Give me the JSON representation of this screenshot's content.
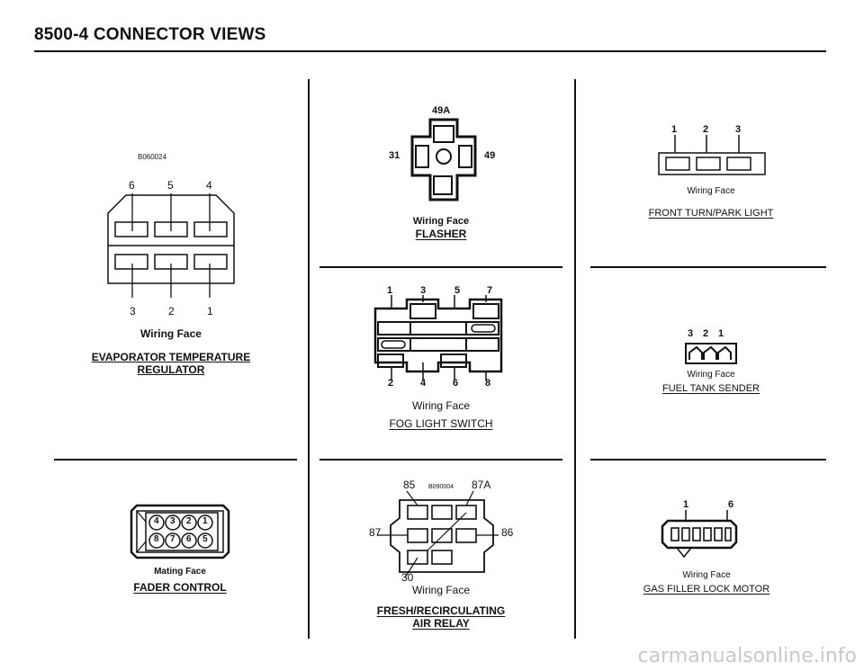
{
  "page": {
    "header": "8500-4 CONNECTOR VIEWS"
  },
  "connectors": {
    "evap": {
      "code": "B060024",
      "top_pins": [
        "6",
        "5",
        "4"
      ],
      "bottom_pins": [
        "3",
        "2",
        "1"
      ],
      "face": "Wiring Face",
      "title_line1": "EVAPORATOR TEMPERATURE",
      "title_line2": "REGULATOR"
    },
    "flasher": {
      "pin_top": "49A",
      "pin_left": "31",
      "pin_right": "49",
      "face": "Wiring Face",
      "title": "FLASHER"
    },
    "front_turn": {
      "pins": [
        "1",
        "2",
        "3"
      ],
      "face": "Wiring Face",
      "title": "FRONT TURN/PARK LIGHT"
    },
    "fog": {
      "top_pins": [
        "1",
        "3",
        "5",
        "7"
      ],
      "bottom_pins": [
        "2",
        "4",
        "6",
        "8"
      ],
      "face": "Wiring Face",
      "title": "FOG LIGHT SWITCH"
    },
    "fuel": {
      "pins": [
        "3",
        "2",
        "1"
      ],
      "face": "Wiring Face",
      "title": "FUEL TANK SENDER"
    },
    "fader": {
      "row1": [
        "4",
        "3",
        "2",
        "1"
      ],
      "row2": [
        "8",
        "7",
        "6",
        "5"
      ],
      "face": "Mating Face",
      "title": "FADER CONTROL"
    },
    "relay": {
      "code": "B090004",
      "pin_85": "85",
      "pin_87a": "87A",
      "pin_87": "87",
      "pin_86": "86",
      "pin_30": "30",
      "face": "Wiring Face",
      "title_line1": "FRESH/RECIRCULATING",
      "title_line2": "AIR RELAY"
    },
    "gas": {
      "pin_left": "1",
      "pin_right": "6",
      "face": "Wiring Face",
      "title": "GAS FILLER LOCK MOTOR"
    }
  },
  "watermark": "carmanualsonline.info"
}
